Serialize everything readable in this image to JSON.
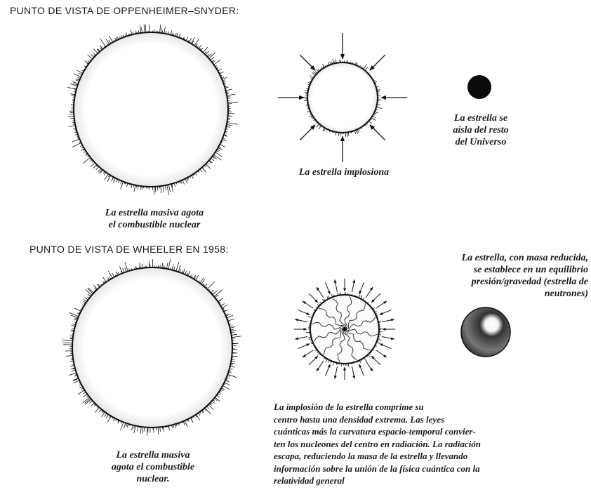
{
  "top": {
    "heading": "PUNTO DE VISTA DE OPPENHEIMER–SNYDER:",
    "caption_1": [
      "La estrella masiva agota",
      "el combustible nuclear"
    ],
    "caption_2": [
      "La estrella implosiona"
    ],
    "caption_3": [
      "La estrella se",
      "aísla del resto",
      "del Universo"
    ]
  },
  "bottom": {
    "heading": "PUNTO DE VISTA DE WHEELER EN 1958:",
    "caption_1": [
      "La estrella masiva",
      "agota el combustible",
      "nuclear."
    ],
    "caption_3": [
      "La estrella, con masa reducida,",
      "se establece en un equilibrio",
      "presión/gravedad (estrella de",
      "neutrones)"
    ],
    "caption_2": [
      "La implosión de la estrella comprime su",
      "centro hasta una densidad extrema. Las leyes",
      "cuánticas más la curvatura espacio-temporal convier-",
      "ten los nucleones del centro en radiación. La radiación",
      "escapa, reduciendo la masa de la estrella y llevando",
      "información sobre la unión de la física cuántica con la",
      "relatividad general"
    ]
  }
}
